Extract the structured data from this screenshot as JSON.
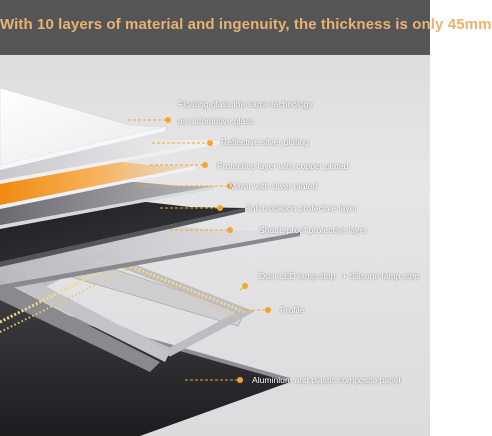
{
  "header": {
    "title": "With 10 layers of material and ingenuity, the thickness is only 45mm"
  },
  "colors": {
    "header_bg": "#555558",
    "title": "#e9b36e",
    "callout_dot": "#f2a52f",
    "led_strip": "#f5d68a"
  },
  "layers": [
    {
      "label_line1": "Floating glass,the same technology",
      "label_line2": "as automotive glass"
    },
    {
      "label": "Reflective silver plating"
    },
    {
      "label": "Protective layer with copper plated"
    },
    {
      "label": "Mirror with silver plated"
    },
    {
      "label": "Anti oxidation protective layer"
    },
    {
      "label": "Shatterproof protective layer"
    },
    {
      "label": "Dual LED lamp strip",
      "label_suffix": "+ Silicone lamp strip"
    },
    {
      "label": "Profile"
    },
    {
      "label": "Aluminium and plastic composite panel"
    }
  ]
}
